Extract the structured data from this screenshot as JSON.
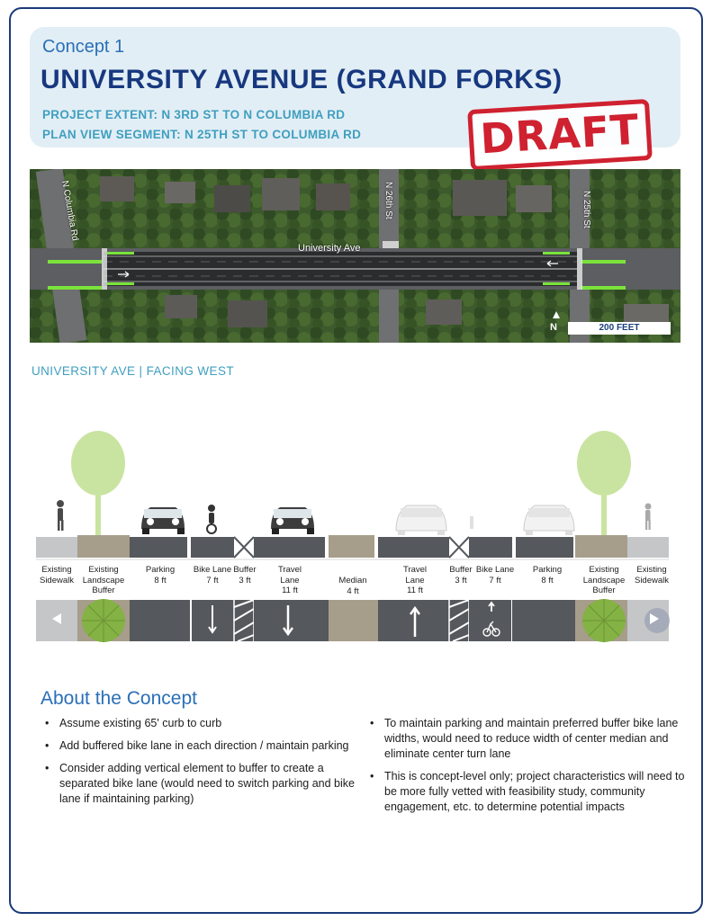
{
  "header": {
    "concept": "Concept 1",
    "title": "UNIVERSITY AVENUE (GRAND FORKS)",
    "extent": "PROJECT EXTENT: N 3RD ST TO N COLUMBIA RD",
    "segment": "PLAN VIEW  SEGMENT: N 25TH ST TO COLUMBIA RD",
    "stamp": "DRAFT"
  },
  "plan_view": {
    "street_label": "University Ave",
    "columbia_label": "N Columbia Rd",
    "st26_label": "N 26th St",
    "st25_label": "N 25th St",
    "north_label": "N",
    "scale_label": "200 FEET"
  },
  "section": {
    "label": "UNIVERSITY AVE | FACING WEST",
    "lanes": [
      {
        "name": "Existing\nSidewalk",
        "width": ""
      },
      {
        "name": "Existing\nLandscape\nBuffer",
        "width": ""
      },
      {
        "name": "Parking",
        "width": "8 ft"
      },
      {
        "name": "Bike Lane",
        "width": "7 ft"
      },
      {
        "name": "Buffer",
        "width": "3 ft"
      },
      {
        "name": "Travel\nLane",
        "width": "11 ft"
      },
      {
        "name": "Median",
        "width": "4 ft"
      },
      {
        "name": "Travel\nLane",
        "width": "11 ft"
      },
      {
        "name": "Buffer",
        "width": "3 ft"
      },
      {
        "name": "Bike Lane",
        "width": "7 ft"
      },
      {
        "name": "Parking",
        "width": "8 ft"
      },
      {
        "name": "Existing\nLandscape\nBuffer",
        "width": ""
      },
      {
        "name": "Existing\nSidewalk",
        "width": ""
      }
    ]
  },
  "about": {
    "title": "About the Concept",
    "left": [
      "Assume existing 65' curb to curb",
      "Add buffered bike lane in each direction / maintain parking",
      "Consider adding vertical element to buffer to create a separated bike lane (would need to switch parking and bike lane if maintaining parking)"
    ],
    "right": [
      "To maintain parking and maintain preferred buffer bike lane widths, would need to reduce width of center median and eliminate center turn lane",
      "This is concept-level only; project characteristics will need to be more fully vetted with feasibility study, community engagement, etc. to determine potential impacts"
    ]
  },
  "colors": {
    "navy": "#17387f",
    "blue": "#2a6fb7",
    "teal": "#3f9fbf",
    "draft_red": "#cf2130",
    "tree_green": "#c9e4a0",
    "asphalt": "#54575c",
    "bike_green": "#7be33b"
  }
}
